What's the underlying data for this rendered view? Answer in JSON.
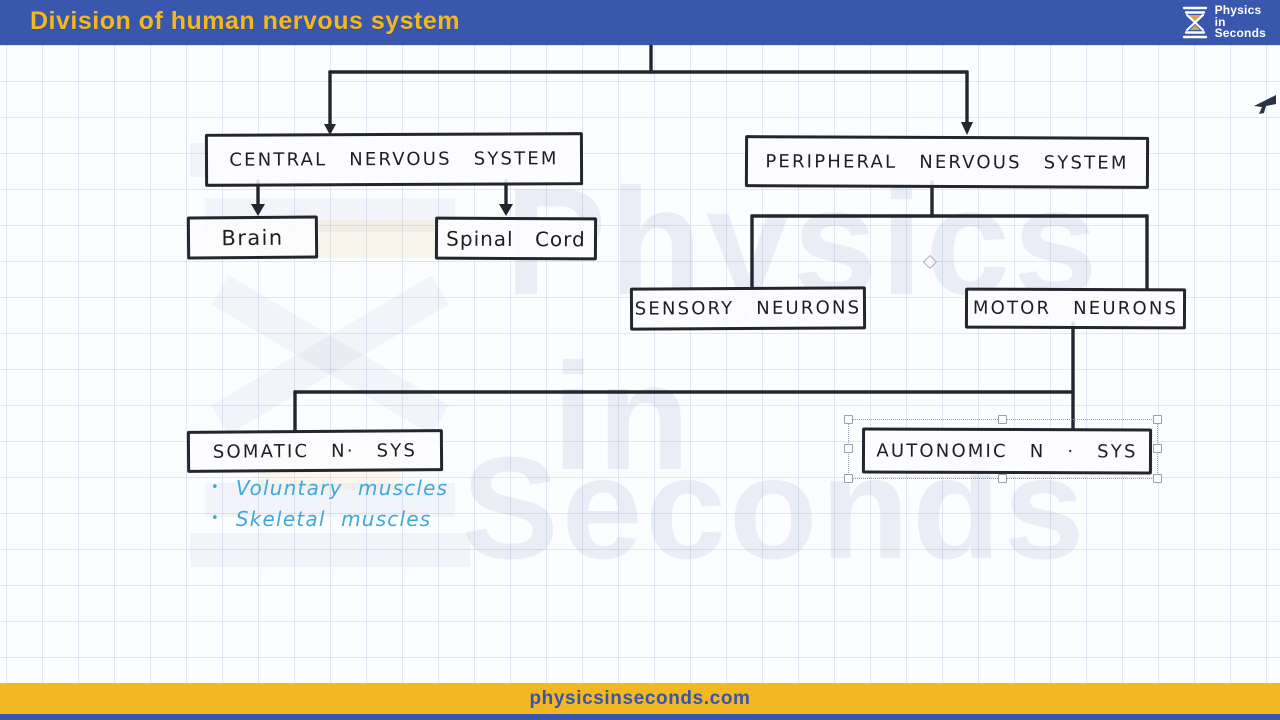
{
  "header": {
    "title": "Division of human nervous system"
  },
  "brand": {
    "icon": "hourglass-icon",
    "line1": "Physics",
    "line2": "in",
    "line3": "Seconds"
  },
  "watermark": {
    "line1": "Physics",
    "line2": "in",
    "line3": "Seconds"
  },
  "diagram": {
    "nodes": {
      "cns": {
        "label": "CENTRAL NERVOUS SYSTEM"
      },
      "pns": {
        "label": "PERIPHERAL NERVOUS SYSTEM"
      },
      "brain": {
        "label": "Brain"
      },
      "spinal": {
        "label": "Spinal Cord"
      },
      "sensory": {
        "label": "SENSORY NEURONS"
      },
      "motor": {
        "label": "MOTOR NEURONS"
      },
      "somatic": {
        "label": "SOMATIC N· SYS"
      },
      "autonomic": {
        "label": "AUTONOMIC N · SYS"
      }
    },
    "edges": [
      [
        "root",
        "cns"
      ],
      [
        "root",
        "pns"
      ],
      [
        "cns",
        "brain"
      ],
      [
        "cns",
        "spinal"
      ],
      [
        "pns",
        "sensory"
      ],
      [
        "pns",
        "motor"
      ],
      [
        "motor",
        "somatic"
      ],
      [
        "motor",
        "autonomic"
      ]
    ],
    "notes": {
      "bullets": [
        "Voluntary muscles",
        "Skeletal muscles"
      ]
    },
    "selection": {
      "selected_node": "autonomic"
    }
  },
  "footer": {
    "url": "physicsinseconds.com"
  },
  "colors": {
    "header_bg": "#3a57ae",
    "accent_yellow": "#f2b722",
    "ink": "#23262d",
    "note_blue": "#3fa9da",
    "footer_text": "#3b55a5"
  }
}
